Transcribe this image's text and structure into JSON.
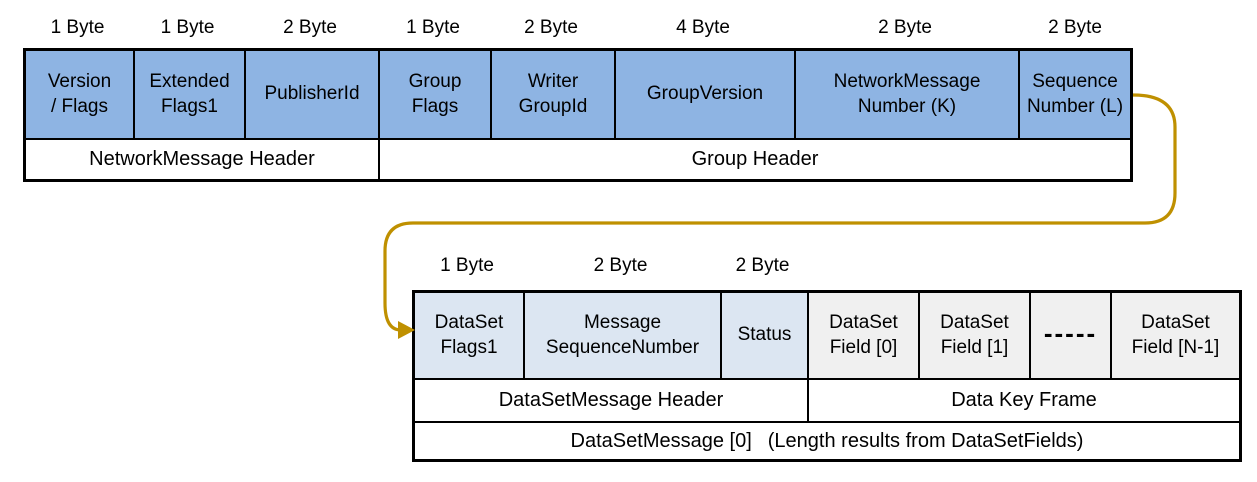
{
  "colors": {
    "table1_cell_blue": "#8EB4E3",
    "table2_header_cell_blue": "#DCE6F2",
    "table2_field_cell_gray": "#F0F0F0",
    "border_black": "#000000",
    "arrow_gold": "#BF9000"
  },
  "network_message_table": {
    "byte_labels": [
      "1 Byte",
      "1 Byte",
      "2 Byte",
      "1 Byte",
      "2 Byte",
      "4 Byte",
      "2 Byte",
      "2 Byte"
    ],
    "cells": [
      "Version\n/ Flags",
      "Extended\nFlags1",
      "PublisherId",
      "Group\nFlags",
      "Writer\nGroupId",
      "GroupVersion",
      "NetworkMessage\nNumber (K)",
      "Sequence\nNumber (L)"
    ],
    "section_labels": [
      "NetworkMessage Header",
      "Group Header"
    ]
  },
  "dataset_message_table": {
    "byte_labels": [
      "1 Byte",
      "2 Byte",
      "2 Byte"
    ],
    "cells": [
      "DataSet\nFlags1",
      "Message\nSequenceNumber",
      "Status",
      "DataSet\nField [0]",
      "DataSet\nField [1]",
      "-----",
      "DataSet\nField [N-1]"
    ],
    "section_labels": [
      "DataSetMessage Header",
      "Data Key Frame"
    ],
    "footer_label": "DataSetMessage [0]",
    "footer_note": "(Length results from DataSetFields)"
  }
}
